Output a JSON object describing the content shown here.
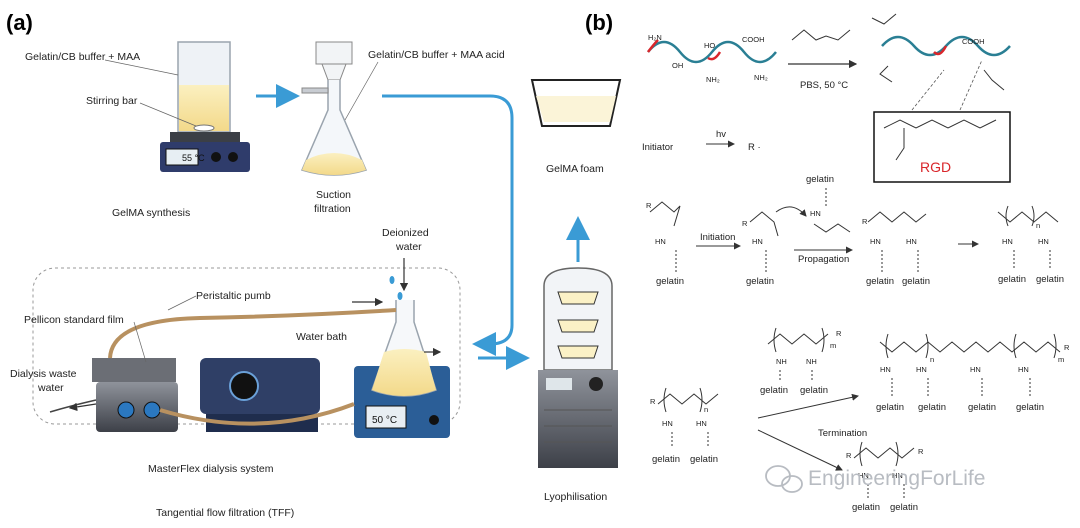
{
  "panel_a": {
    "letter": "(a)",
    "labels": {
      "gelatin_maa": "Gelatin/CB buffer + MAA",
      "stirring_bar": "Stirring bar",
      "temp_hotplate": "55 °C",
      "gelma_synthesis": "GelMA synthesis",
      "gelatin_maa_acid": "Gelatin/CB buffer + MAA acid",
      "suction": "Suction",
      "filtration": "filtration",
      "gelma_foam": "GelMA foam",
      "deionized": "Deionized",
      "water": "water",
      "peristaltic": "Peristaltic pumb",
      "pellicon": "Pellicon standard film",
      "water_bath": "Water bath",
      "dialysis_waste": "Dialysis waste",
      "dialysis_waste2": "water",
      "temp_bath": "50 °C",
      "masterflex": "MasterFlex dialysis system",
      "tff": "Tangential flow filtration (TFF)",
      "lyophilisation": "Lyophilisation"
    }
  },
  "panel_b": {
    "letter": "(b)",
    "labels": {
      "h2n": "H₂N",
      "ho": "HO",
      "cooh": "COOH",
      "oh": "OH",
      "nh2a": "NH₂",
      "nh2b": "NH₂",
      "pbs": "PBS, 50 °C",
      "cooh2": "COOH",
      "rgd": "RGD",
      "initiator": "Initiator",
      "hv": "hv",
      "radical": "R ·",
      "gelatin_top": "gelatin",
      "initiation": "Initiation",
      "propagation": "Propagation",
      "gelatin": "gelatin",
      "termination": "Termination",
      "nh": "NH",
      "hn": "HN",
      "r": "R",
      "n": "n",
      "m": "m"
    }
  },
  "watermark": "EngineeringForLife"
}
